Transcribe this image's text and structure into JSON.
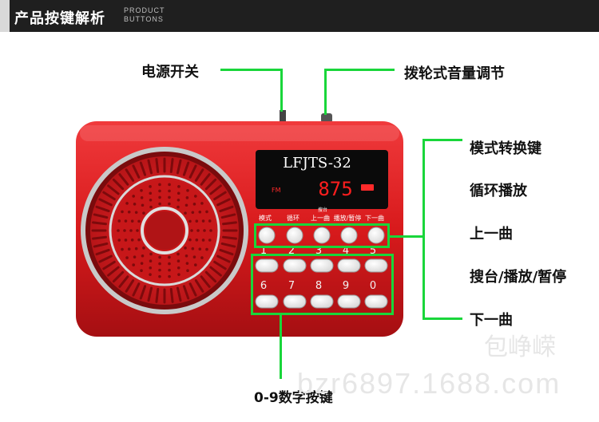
{
  "header": {
    "title": "产品按键解析",
    "subtitle_en": "PRODUCT BUTTONS"
  },
  "device": {
    "model": "LFJTS-32",
    "display_value": "875",
    "display_left_tag": "FM",
    "key_labels": [
      "模式",
      "循环",
      "上一曲",
      "播放/暂停",
      "下一曲"
    ],
    "key_label_small": "搜台",
    "number_keys_row1": [
      "1",
      "2",
      "3",
      "4",
      "5"
    ],
    "number_keys_row2": [
      "6",
      "7",
      "8",
      "9",
      "0"
    ],
    "body_color": "#d81a1c"
  },
  "callouts": {
    "power_switch": "电源开关",
    "volume_wheel": "拨轮式音量调节",
    "mode_key": "模式转换键",
    "loop_play": "循环播放",
    "prev_track": "上一曲",
    "search_play_pause": "搜台/播放/暂停",
    "next_track": "下一曲",
    "number_keys": "0-9数字按键"
  },
  "watermarks": {
    "shop_name": "包峥嵘",
    "shop_url": "bzr6897.1688.com"
  },
  "accent_color": "#19d63a"
}
